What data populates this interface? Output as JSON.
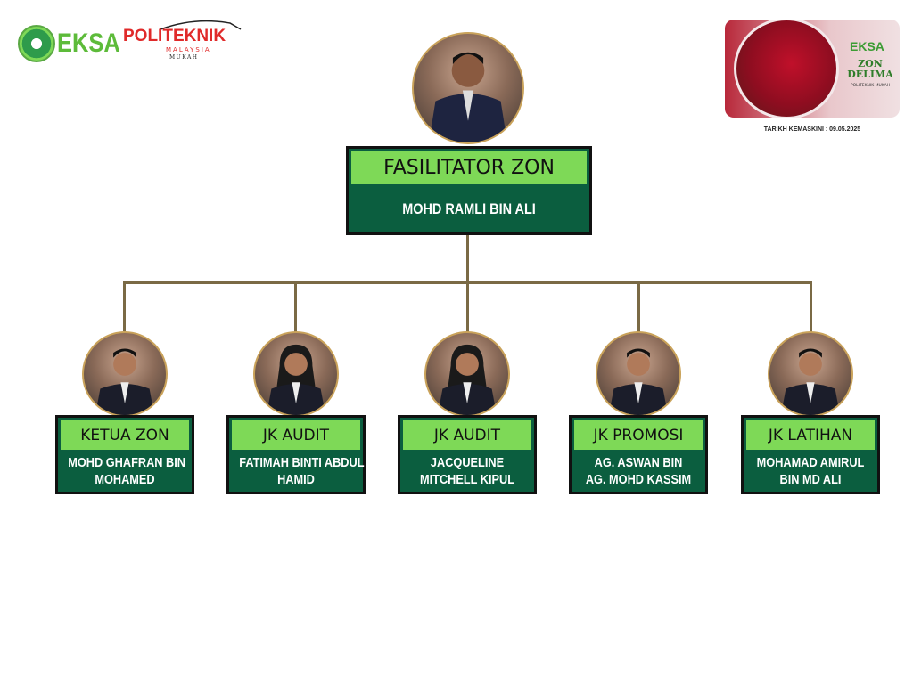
{
  "logos": {
    "eksa": "EKSA",
    "politeknik": "POLITEKNIK",
    "politeknik_sub": "MALAYSIA",
    "politeknik_city": "MUKAH"
  },
  "zone_card": {
    "eksa": "EKSA",
    "zone_name": "ZON DELIMA",
    "subtitle": "POLITEKNIK MUKAH"
  },
  "updated": "TARIKH KEMASKINI : 09.05.2025",
  "top": {
    "role": "FASILITATOR ZON",
    "name": "MOHD RAMLI BIN ALI"
  },
  "members": [
    {
      "role": "KETUA ZON",
      "name1": "MOHD GHAFRAN BIN",
      "name2": "MOHAMED",
      "gender": "m"
    },
    {
      "role": "JK AUDIT",
      "name1": "FATIMAH BINTI ABDUL",
      "name2": "HAMID",
      "gender": "f"
    },
    {
      "role": "JK AUDIT",
      "name1": "JACQUELINE",
      "name2": "MITCHELL KIPUL",
      "gender": "f"
    },
    {
      "role": "JK PROMOSI",
      "name1": "AG. ASWAN BIN",
      "name2": "AG. MOHD KASSIM",
      "gender": "m"
    },
    {
      "role": "JK LATIHAN",
      "name1": "MOHAMAD AMIRUL",
      "name2": "BIN MD ALI",
      "gender": "m"
    }
  ],
  "colors": {
    "dark_green": "#0b5e3f",
    "light_green": "#7ed957",
    "connector": "#7a6a45"
  }
}
